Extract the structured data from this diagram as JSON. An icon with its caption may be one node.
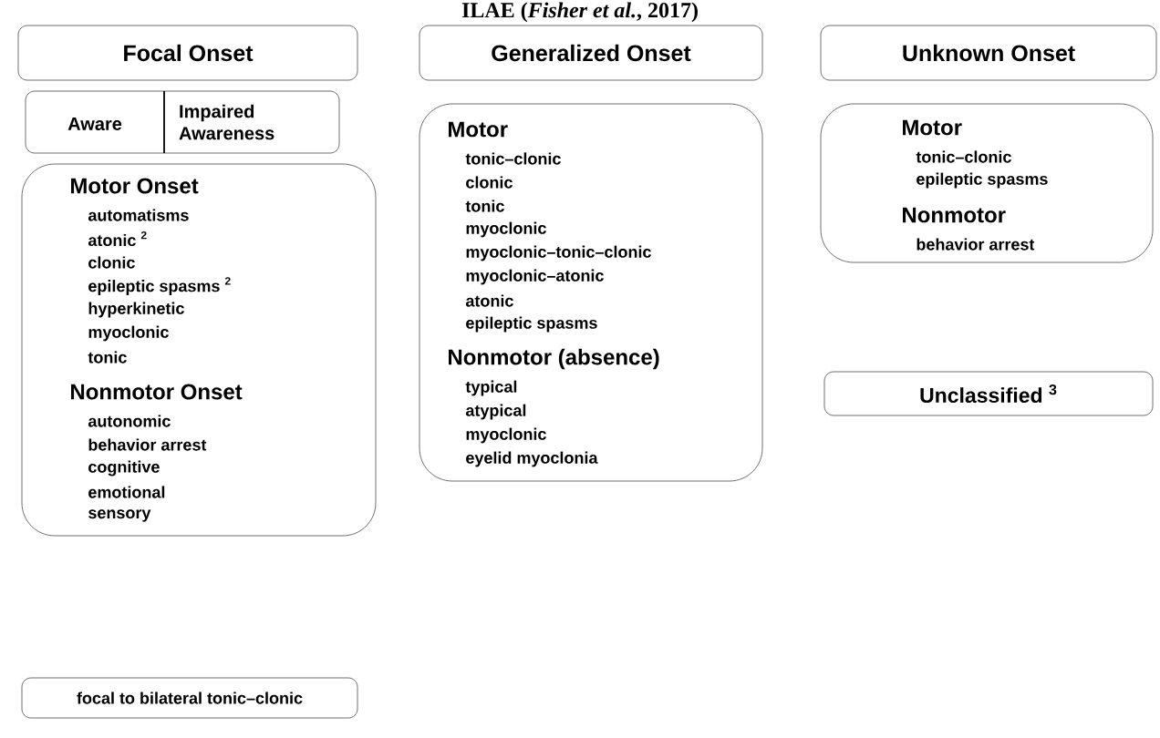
{
  "diagram": {
    "title": "ILAE (*Fisher et al.*, 2017)",
    "nodes": [
      {
        "text": [
          "Focal Onset"
        ]
      },
      {
        "text": [
          "Aware",
          "Impaired Awareness"
        ]
      },
      {
        "text": [
          "Motor Onset",
          "automatisms",
          "atonic $^{2}$",
          "clonic",
          "epileptic spasms $^{2}$",
          "hyperkinetic",
          "myoclonic",
          "tonic",
          "Nonmotor Onset",
          "autonomic",
          "behavior arrest",
          "cognitive",
          "emotional",
          "sensory"
        ]
      },
      {
        "text": [
          "focal to bilateral tonic–clonic"
        ]
      },
      {
        "text": [
          "Generalized Onset"
        ]
      },
      {
        "text": [
          "Motor",
          "tonic–clonic",
          "clonic",
          "tonic",
          "myoclonic",
          "myoclonic–tonic–clonic",
          "myoclonic–atonic",
          "atonic",
          "epileptic spasms",
          "Nonmotor (absence)",
          "typical",
          "atypical",
          "myoclonic",
          "eyelid myoclonia"
        ]
      },
      {
        "text": [
          "Unknown Onset"
        ]
      },
      {
        "text": [
          "Motor",
          "tonic–clonic",
          "epileptic spasms",
          "Nonmotor",
          "behavior arrest"
        ]
      },
      {
        "text": [
          "Unclassified $^{3}$"
        ]
      }
    ]
  }
}
